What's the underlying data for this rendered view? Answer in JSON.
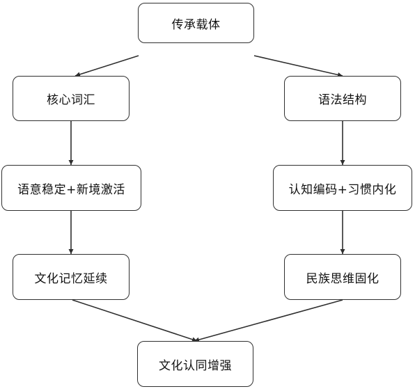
{
  "diagram": {
    "nodes": {
      "top": "传承载体",
      "left1": "核心词汇",
      "right1": "语法结构",
      "left2": "语意稳定+新境激活",
      "right2": "认知编码+习惯内化",
      "left3": "文化记忆延续",
      "right3": "民族思维固化",
      "bottom": "文化认同增强"
    },
    "edges": [
      {
        "from": "top",
        "to": "left1"
      },
      {
        "from": "top",
        "to": "right1"
      },
      {
        "from": "left1",
        "to": "left2"
      },
      {
        "from": "right1",
        "to": "right2"
      },
      {
        "from": "left2",
        "to": "left3"
      },
      {
        "from": "right2",
        "to": "right3"
      },
      {
        "from": "left3",
        "to": "bottom"
      },
      {
        "from": "right3",
        "to": "bottom"
      }
    ],
    "colors": {
      "stroke": "#2f2f2f",
      "text": "#111111",
      "background": "#ffffff"
    }
  }
}
